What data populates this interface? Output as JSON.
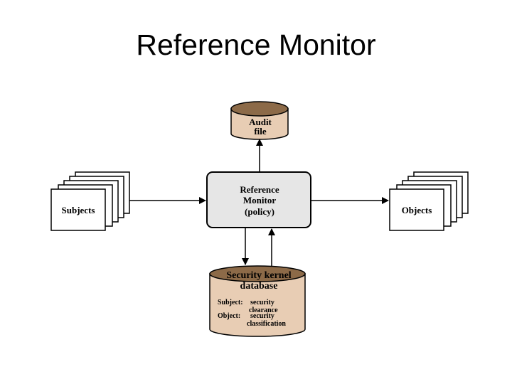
{
  "title": "Reference Monitor",
  "nodes": {
    "audit": {
      "line1": "Audit",
      "line2": "file"
    },
    "monitor": {
      "line1": "Reference",
      "line2": "Monitor",
      "line3": "(policy)"
    },
    "subjects": {
      "label": "Subjects"
    },
    "objects": {
      "label": "Objects"
    },
    "kernel": {
      "line1": "Security kernel",
      "line2": "database",
      "subject_key": "Subject:",
      "subject_val1": "security",
      "subject_val2": "clearance",
      "object_key": "Object:",
      "object_val1": "security",
      "object_val2": "classification"
    }
  },
  "colors": {
    "cylinder_top": "#8c6a48",
    "cylinder_body": "#e8cdb4",
    "monitor_fill": "#e6e6e6",
    "stroke": "#000000"
  }
}
